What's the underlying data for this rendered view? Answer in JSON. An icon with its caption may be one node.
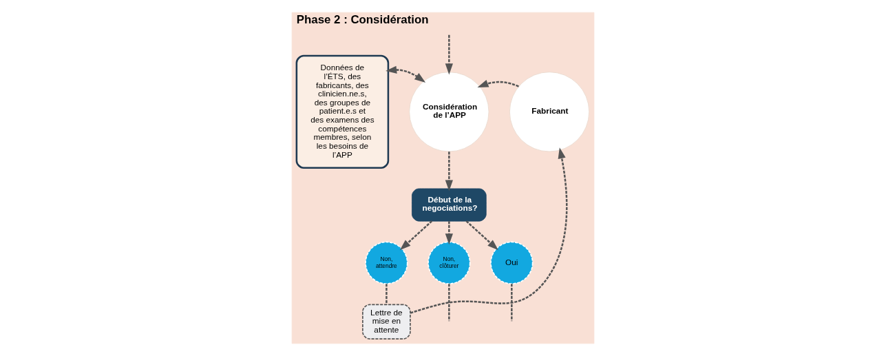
{
  "diagram": {
    "nodes": [
      {
        "text": [
          "Phase 2 : Considération"
        ]
      },
      {
        "text": [
          "Données de l’ÉTS, des fabricants, des clinicien.ne.s, des groupes de patient.e.s et des examens des compétences membres, selon les besoins de l’APP"
        ],
        "in": 0
      },
      {
        "text": [
          "Considération de l’APP"
        ],
        "in": 0
      },
      {
        "text": [
          "Fabricant"
        ],
        "in": 0
      },
      {
        "text": [
          "Début de la negociations?"
        ],
        "in": 0
      },
      {
        "text": [
          "Non, attendre"
        ],
        "in": 0
      },
      {
        "text": [
          "Non, clôturer"
        ],
        "in": 0
      },
      {
        "text": [
          "Oui"
        ],
        "in": 0
      },
      {
        "text": [
          "Lettre de mise en attente"
        ],
        "in": 0
      }
    ],
    "edges": [
      {
        "from": null,
        "to": 2,
        "arrow": "to",
        "style": "dashed"
      },
      {
        "from": 1,
        "to": 2,
        "arrow": "both",
        "style": "dashed"
      },
      {
        "from": 3,
        "to": 2,
        "arrow": "to",
        "style": "dashed"
      },
      {
        "from": 2,
        "to": 4,
        "arrow": "to",
        "style": "dashed"
      },
      {
        "from": 4,
        "to": 5,
        "arrow": "to",
        "style": "dashed"
      },
      {
        "from": 4,
        "to": 6,
        "arrow": "to",
        "style": "dashed"
      },
      {
        "from": 4,
        "to": 7,
        "arrow": "to",
        "style": "dashed"
      },
      {
        "from": 5,
        "to": 8,
        "arrow": "none",
        "style": "dashed"
      },
      {
        "from": 8,
        "to": 3,
        "arrow": "to",
        "style": "dashed"
      },
      {
        "from": 6,
        "to": null,
        "arrow": "none",
        "style": "dashed"
      },
      {
        "from": 7,
        "to": null,
        "arrow": "none",
        "style": "dashed"
      }
    ]
  }
}
